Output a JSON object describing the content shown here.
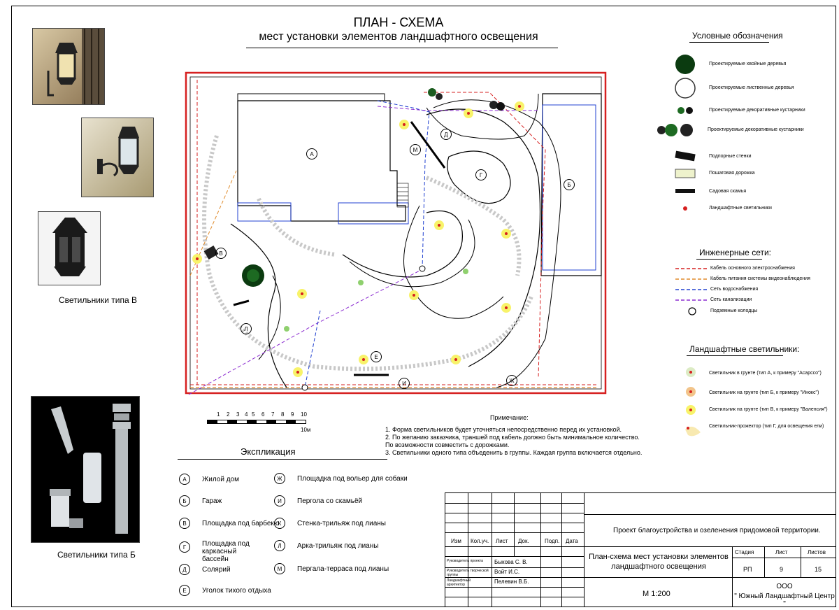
{
  "title": {
    "line1": "ПЛАН - СХЕМА",
    "line2": "мест установки элементов ландшафтного освещения"
  },
  "photos": {
    "caption_b": "Светильники типа В",
    "caption_type_b": "Светильники типа Б"
  },
  "legend": {
    "title": "Условные обозначения",
    "items": [
      "Проектируемые хвойные деревья",
      "Проектируемые лиственные деревья",
      "Проектируемые декоративные кустарники",
      "Проектируемые декоративные кустарники",
      "Подпорные стенки",
      "Пошаговая дорожка",
      "Садовая скамья",
      "Ландшафтные светильники"
    ],
    "networks_title": "Инженерные сети:",
    "networks": [
      {
        "label": "Кабель основного электроснабжения",
        "color": "#d62020"
      },
      {
        "label": "Кабель питания системы видеонаблюдения",
        "color": "#e08a2a"
      },
      {
        "label": "Сеть водоснабжения",
        "color": "#2040d0"
      },
      {
        "label": "Сеть канализации",
        "color": "#8a2ad0"
      }
    ],
    "wells": "Подземные колодцы",
    "lights_title": "Ландшафтные светильники:",
    "lights": [
      "Светильник в грунте (тип А, к примеру \"Асарссо\")",
      "Светильник на грунте (тип Б, к примеру \"Инокс\")",
      "Светильник на грунте (тип В, к примеру \"Валенсия\")",
      "Светильник-прожектор (тип Г, для освещения ели)"
    ]
  },
  "scale": {
    "ticks": [
      "1",
      "2",
      "3",
      "4",
      "5",
      "6",
      "7",
      "8",
      "9",
      "10"
    ],
    "unit": "10м"
  },
  "plan_labels": [
    "А",
    "Б",
    "В",
    "Г",
    "Д",
    "Е",
    "Ж",
    "И",
    "Л",
    "М"
  ],
  "explication": {
    "title": "Экспликация",
    "left": [
      {
        "letter": "А",
        "text": "Жилой дом"
      },
      {
        "letter": "Б",
        "text": "Гараж"
      },
      {
        "letter": "В",
        "text": "Площадка под барбекю"
      },
      {
        "letter": "Г",
        "text": "Площадка под каркасный бассейн"
      },
      {
        "letter": "Д",
        "text": "Солярий"
      },
      {
        "letter": "Е",
        "text": "Уголок тихого отдыха"
      }
    ],
    "right": [
      {
        "letter": "Ж",
        "text": "Площадка под вольер для собаки"
      },
      {
        "letter": "И",
        "text": "Пергола со скамьёй"
      },
      {
        "letter": "К",
        "text": "Стенка-трильяж под лианы"
      },
      {
        "letter": "Л",
        "text": "Арка-трильяж под лианы"
      },
      {
        "letter": "М",
        "text": "Пергала-терраса под лианы"
      }
    ]
  },
  "notes": {
    "title": "Примечание:",
    "lines": [
      "1. Форма светильников будет уточняться непосредственно перед их установкой.",
      "2. По желанию заказчика, траншей под кабель должно быть минимальное количество.",
      "По возможности совместить с дорожками.",
      "3. Светильники одного типа объеденить в группы. Каждая группа включается отдельно."
    ]
  },
  "title_block": {
    "headers": [
      "Изм",
      "Кол.уч.",
      "Лист",
      "Док.",
      "Подп.",
      "Дата"
    ],
    "roles": [
      "Руководитель проекта",
      "Руководитель творческой группы",
      "Ландшафтный архитектор"
    ],
    "names": [
      "Быкова С. В.",
      "Войт И.С.",
      "Пелевин В.Б."
    ],
    "project": "Проект благоустройства и озеленения придомовой территории.",
    "sheet_title": "План-схема мест установки элементов ландшафтного освещения",
    "stage_label": "Стадия",
    "sheet_label": "Лист",
    "sheets_label": "Листов",
    "stage": "РП",
    "sheet": "9",
    "sheets": "15",
    "scale": "М 1:200",
    "org_line1": "ООО",
    "org_line2": "\" Южный Ландшафтный Центр \""
  }
}
